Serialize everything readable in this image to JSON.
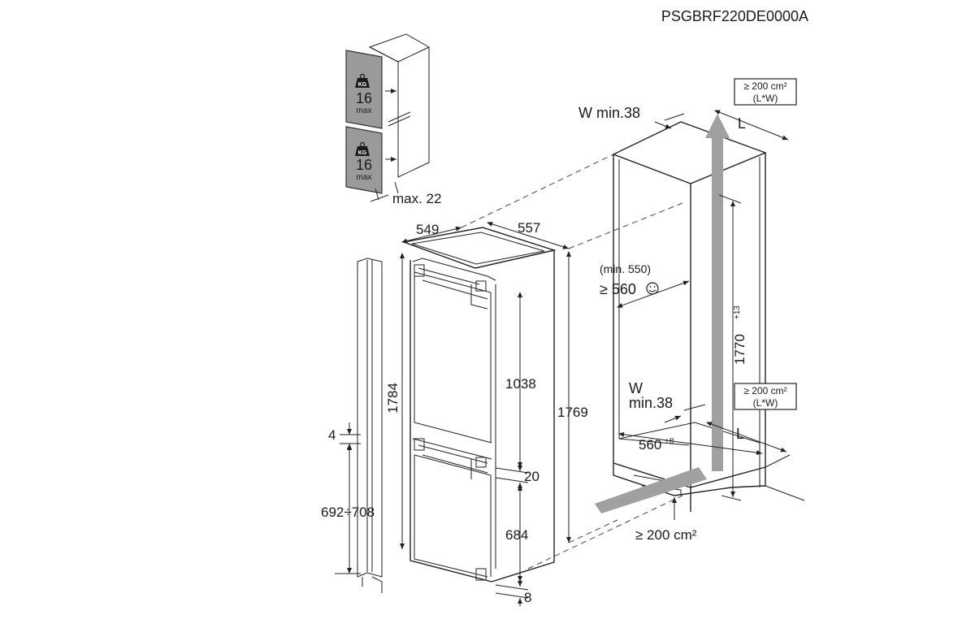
{
  "title": "PSGBRF220DE0000A",
  "door_load": {
    "top": {
      "badge": "KG",
      "value": "16",
      "unit": "max"
    },
    "bottom": {
      "badge": "KG",
      "value": "16",
      "unit": "max"
    },
    "max_label": "max. 22"
  },
  "appliance": {
    "depth": "549",
    "width": "557",
    "total_height": "1784",
    "body_height": "1769",
    "upper_door": "1038",
    "gap": "20",
    "lower_door": "684",
    "bottom_gap": "8",
    "rail_gap": "4",
    "rail_range": "692÷708"
  },
  "niche": {
    "wall_top": "W min.38",
    "wall_bottom_line1": "W",
    "wall_bottom_line2": "min.38",
    "min_depth": "(min. 550)",
    "rec_depth": "≥ 560",
    "height": "1770",
    "height_tol": "+13",
    "width": "560",
    "width_tol": "+8",
    "vent_top_line1": "≥ 200 cm²",
    "vent_top_line2": "(L*W)",
    "vent_mid_line1": "≥ 200 cm²",
    "vent_mid_line2": "(L*W)",
    "vent_bottom": "≥ 200 cm²",
    "L_top": "L",
    "L_bottom": "L"
  },
  "icons": [
    "weight-icon",
    "smiley-icon",
    "airflow-arrow-icon"
  ]
}
